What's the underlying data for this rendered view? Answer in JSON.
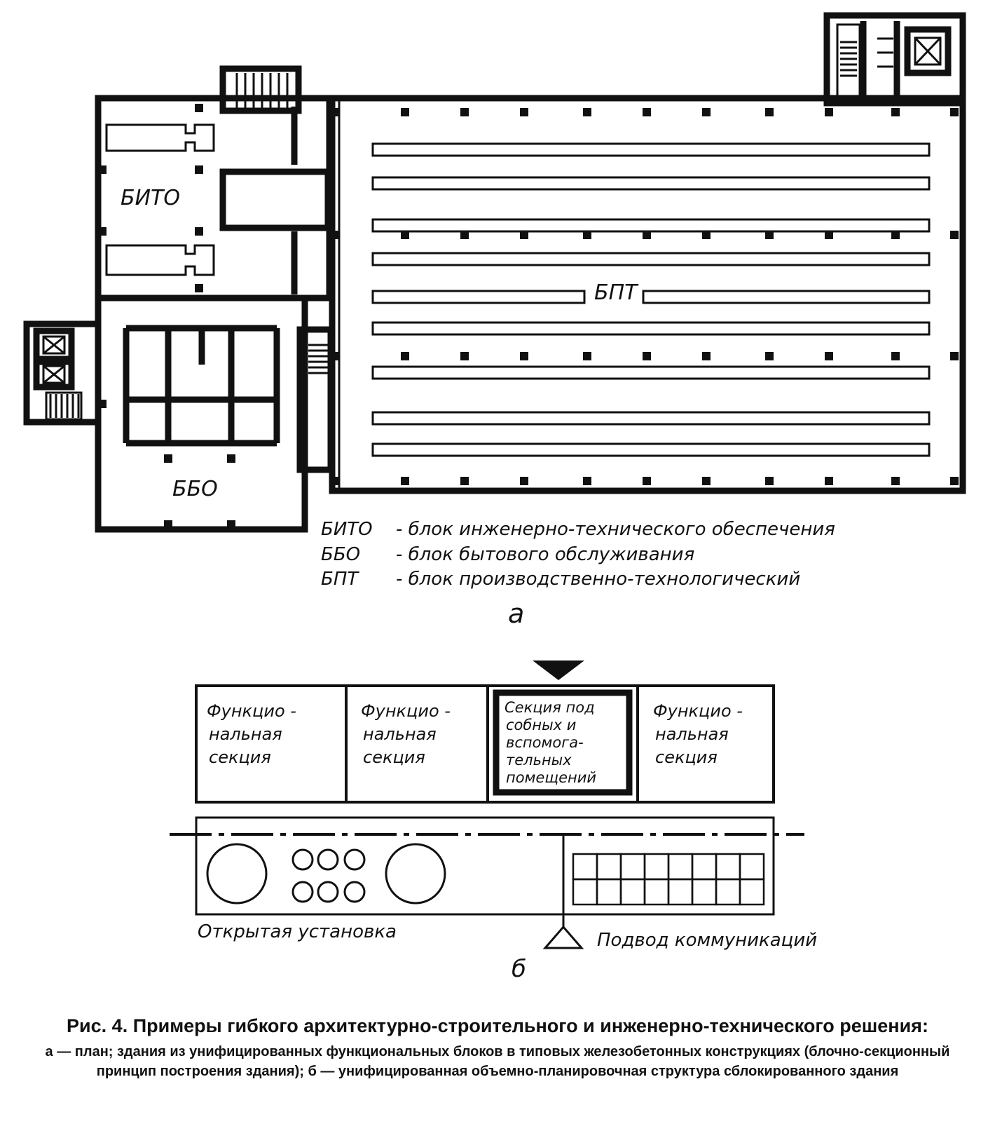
{
  "plan": {
    "label_bito": "БИТО",
    "label_bbo": "ББО",
    "label_bpt": "БПТ",
    "legend": [
      {
        "abbr": "БИТО",
        "text": "- блок инженерно-технического обеспечения"
      },
      {
        "abbr": "ББО",
        "text": "- блок бытового обслуживания"
      },
      {
        "abbr": "БПТ",
        "text": "- блок производственно-технологический"
      }
    ],
    "part_letter": "а"
  },
  "scheme": {
    "sections": [
      [
        "Функцио -",
        "нальная",
        "секция"
      ],
      [
        "Функцио -",
        "нальная",
        "секция"
      ],
      [
        "Секция под",
        "собных и",
        "вспомога-",
        "тельных",
        "помещений"
      ],
      [
        "Функцио -",
        "нальная",
        "секция"
      ]
    ],
    "open_installation_label": "Открытая установка",
    "utilities_label": "Подвод коммуникаций",
    "part_letter": "б"
  },
  "caption": {
    "title": "Рис. 4. Примеры гибкого архитектурно-строительного и инженерно-технического решения:",
    "description": "а — план; здания из унифицированных функциональных блоков в типовых железобетонных конструкциях (блочно-секционный принцип построения здания); б — унифицированная объемно-планировочная структура сблокированного здания"
  }
}
